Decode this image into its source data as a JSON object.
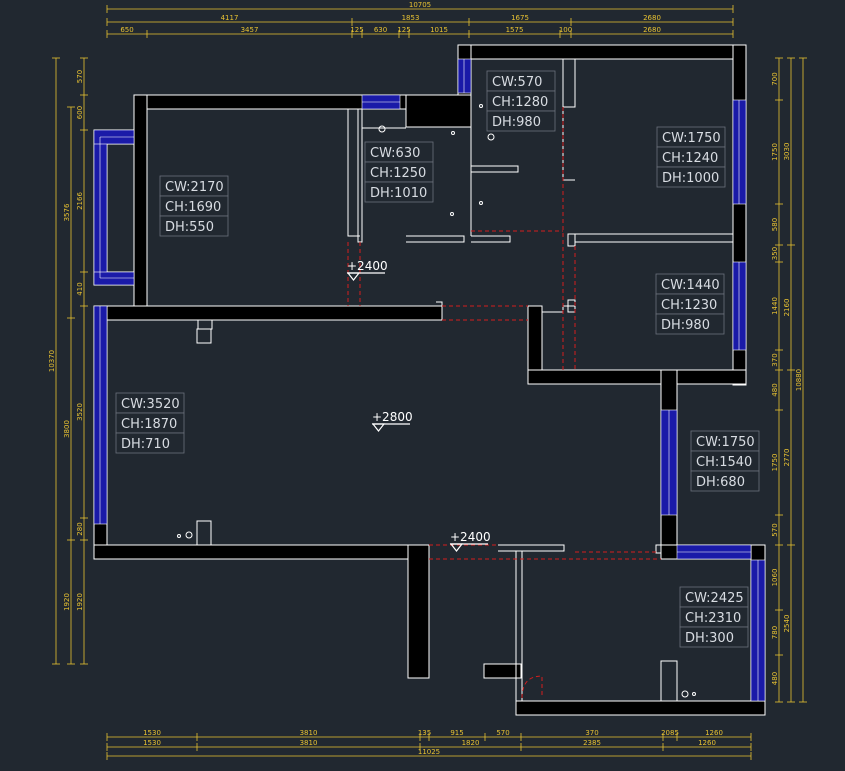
{
  "dims": {
    "top_total": "10705",
    "top_row1": [
      "4117",
      "1853",
      "1675",
      "2680"
    ],
    "top_row2": [
      "650",
      "3457",
      "125",
      "630",
      "125",
      "1015",
      "1575",
      "100",
      "2680"
    ],
    "bottom_row1": [
      "1530",
      "3810",
      "135",
      "915",
      "570",
      "370",
      "2085",
      "1260"
    ],
    "bottom_row2": [
      "1530",
      "3810",
      "1820",
      "2385",
      "1260"
    ],
    "bottom_total": "11025",
    "left_total": "10370",
    "left_row1": [
      "3576",
      "3800",
      "1920"
    ],
    "left_row2": [
      "570",
      "600",
      "2166",
      "410",
      "3520",
      "280",
      "1920"
    ],
    "right_total": "10880",
    "right_row1": [
      "3030",
      "2160",
      "2770",
      "2540"
    ],
    "right_row2": [
      "700",
      "1750",
      "580",
      "350",
      "1440",
      "370",
      "480",
      "1750",
      "570",
      "1060",
      "780",
      "480"
    ]
  },
  "room_labels": [
    {
      "cw": "CW:2170",
      "ch": "CH:1690",
      "dh": "DH:550"
    },
    {
      "cw": "CW:630",
      "ch": "CH:1250",
      "dh": "DH:1010"
    },
    {
      "cw": "CW:570",
      "ch": "CH:1280",
      "dh": "DH:980"
    },
    {
      "cw": "CW:1750",
      "ch": "CH:1240",
      "dh": "DH:1000"
    },
    {
      "cw": "CW:1440",
      "ch": "CH:1230",
      "dh": "DH:980"
    },
    {
      "cw": "CW:3520",
      "ch": "CH:1870",
      "dh": "DH:710"
    },
    {
      "cw": "CW:1750",
      "ch": "CH:1540",
      "dh": "DH:680"
    },
    {
      "cw": "CW:2425",
      "ch": "CH:2310",
      "dh": "DH:300"
    }
  ],
  "elevations": [
    "+2400",
    "+2800",
    "+2400"
  ],
  "colors": {
    "background": "#212830",
    "wall": "#000000",
    "line": "#ffffff",
    "dimension": "#e8c232",
    "window": "#1a1aa8",
    "dashed": "#d21e1e",
    "label_text": "#d8dce2"
  }
}
